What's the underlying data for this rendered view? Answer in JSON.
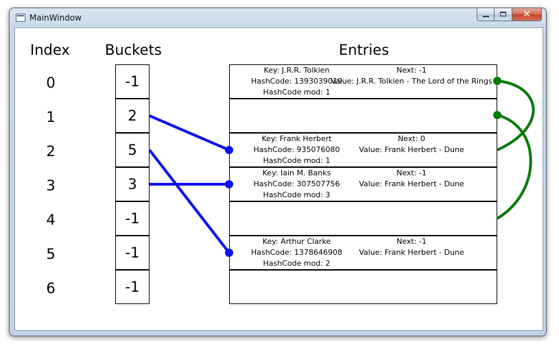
{
  "window": {
    "title": "MainWindow",
    "close_glyph": "✕"
  },
  "headers": {
    "index": "Index",
    "buckets": "Buckets",
    "entries": "Entries"
  },
  "indices": [
    "0",
    "1",
    "2",
    "3",
    "4",
    "5",
    "6"
  ],
  "buckets": [
    "-1",
    "2",
    "5",
    "3",
    "-1",
    "-1",
    "-1"
  ],
  "entries": [
    {
      "key": "Key: J.R.R. Tolkien",
      "hashcode": "HashCode: 1393039019",
      "mod": "HashCode mod: 1",
      "next": "Next: -1",
      "value": "Value: J.R.R. Tolkien - The Lord of the Rings"
    },
    {
      "key": "",
      "hashcode": "",
      "mod": "",
      "next": "",
      "value": ""
    },
    {
      "key": "Key: Frank Herbert",
      "hashcode": "HashCode: 935076080",
      "mod": "HashCode mod: 1",
      "next": "Next: 0",
      "value": "Value: Frank Herbert - Dune"
    },
    {
      "key": "Key: Iain M. Banks",
      "hashcode": "HashCode: 307507756",
      "mod": "HashCode mod: 3",
      "next": "Next: -1",
      "value": "Value: Frank Herbert - Dune"
    },
    {
      "key": "",
      "hashcode": "",
      "mod": "",
      "next": "",
      "value": ""
    },
    {
      "key": "Key: Arthur Clarke",
      "hashcode": "HashCode: 1378646908",
      "mod": "HashCode mod: 2",
      "next": "Next: -1",
      "value": "Value: Frank Herbert - Dune"
    },
    {
      "key": "",
      "hashcode": "",
      "mod": "",
      "next": "",
      "value": ""
    }
  ],
  "colors": {
    "bucket_links": "#0a12ee",
    "next_links": "#087a08"
  }
}
